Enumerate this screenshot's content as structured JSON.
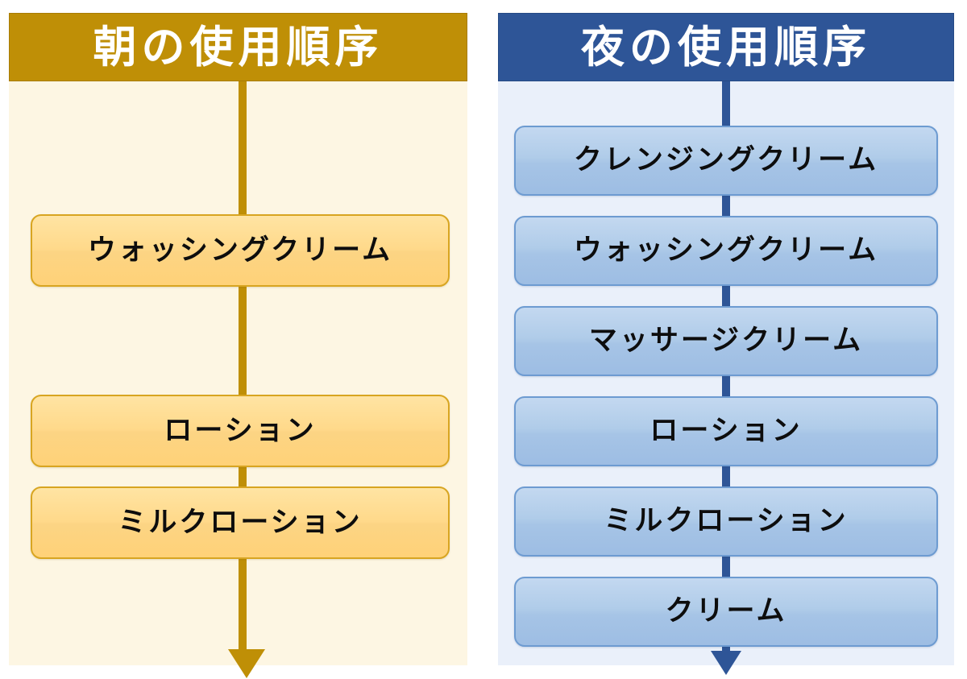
{
  "diagram": {
    "type": "two-column-flowchart",
    "panels": [
      {
        "id": "morning",
        "title": "朝の使用順序",
        "header_color": "#BF8F06",
        "background_color": "#FDF6E3",
        "box_fill_color": "#FFD98A",
        "box_border_color": "#D8A521",
        "connector_color": "#BF8F06",
        "arrow": "down-arrow-icon",
        "steps": [
          {
            "order": 1,
            "label": "ウォッシングクリーム"
          },
          {
            "order": 2,
            "label": "ローション"
          },
          {
            "order": 3,
            "label": "ミルクローション"
          }
        ]
      },
      {
        "id": "night",
        "title": "夜の使用順序",
        "header_color": "#2E5597",
        "background_color": "#EAF0FA",
        "box_fill_color": "#A6C4E6",
        "box_border_color": "#6D9BD1",
        "connector_color": "#2E5597",
        "arrow": "down-arrow-icon",
        "steps": [
          {
            "order": 1,
            "label": "クレンジングクリーム"
          },
          {
            "order": 2,
            "label": "ウォッシングクリーム"
          },
          {
            "order": 3,
            "label": "マッサージクリーム"
          },
          {
            "order": 4,
            "label": "ローション"
          },
          {
            "order": 5,
            "label": "ミルクローション"
          },
          {
            "order": 6,
            "label": "クリーム"
          }
        ]
      }
    ]
  }
}
